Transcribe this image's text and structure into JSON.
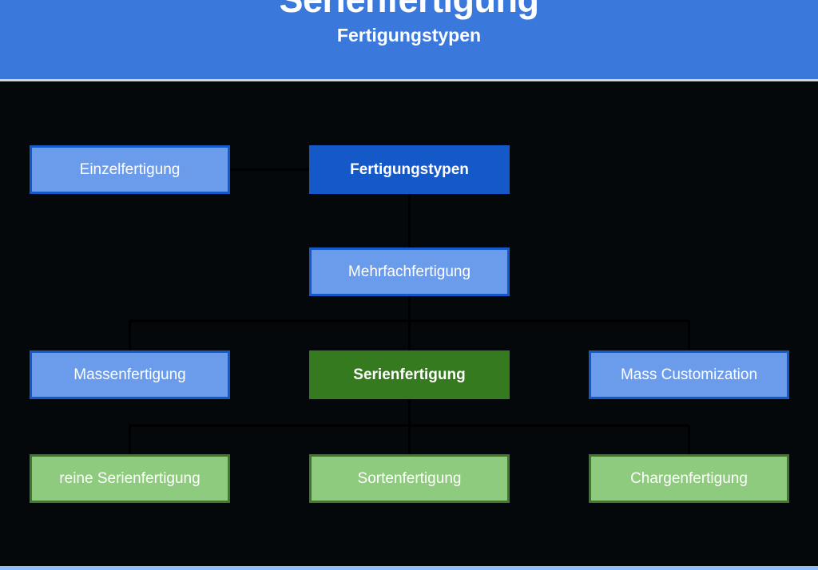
{
  "header": {
    "title": "Serienfertigung",
    "subtitle": "Fertigungstypen",
    "background_color": "#3b78dc",
    "text_color": "#ffffff"
  },
  "canvas": {
    "background_color": "#04080b",
    "connector_color": "#000000",
    "bottom_strip_color": "#8fbef8"
  },
  "diagram": {
    "type": "tree",
    "nodes": [
      {
        "id": "einzelfertigung",
        "label": "Einzelfertigung",
        "style": "light-blue",
        "row": 1,
        "column": "left",
        "fill": "#6b9ceb",
        "border": "#1558c8",
        "emphasis": "normal"
      },
      {
        "id": "fertigungstypen",
        "label": "Fertigungstypen",
        "style": "solid-blue",
        "row": 1,
        "column": "center",
        "fill": "#1558c8",
        "border": "#1558c8",
        "emphasis": "bold"
      },
      {
        "id": "mehrfachfertigung",
        "label": "Mehrfachfertigung",
        "style": "light-blue",
        "row": 2,
        "column": "center",
        "fill": "#6b9ceb",
        "border": "#1558c8",
        "emphasis": "normal"
      },
      {
        "id": "massenfertigung",
        "label": "Massenfertigung",
        "style": "light-blue",
        "row": 3,
        "column": "left",
        "fill": "#6b9ceb",
        "border": "#1558c8",
        "emphasis": "normal"
      },
      {
        "id": "serienfertigung",
        "label": "Serienfertigung",
        "style": "dark-green",
        "row": 3,
        "column": "center",
        "fill": "#357a1f",
        "border": "#357a1f",
        "emphasis": "bold"
      },
      {
        "id": "mass-customization",
        "label": "Mass Customization",
        "style": "light-blue",
        "row": 3,
        "column": "right",
        "fill": "#6b9ceb",
        "border": "#1558c8",
        "emphasis": "normal"
      },
      {
        "id": "reine-serienfertigung",
        "label": "reine Serienfertigung",
        "style": "light-green",
        "row": 4,
        "column": "left",
        "fill": "#8fcb7e",
        "border": "#3f7a2a",
        "emphasis": "normal"
      },
      {
        "id": "sortenfertigung",
        "label": "Sortenfertigung",
        "style": "light-green",
        "row": 4,
        "column": "center",
        "fill": "#8fcb7e",
        "border": "#3f7a2a",
        "emphasis": "normal"
      },
      {
        "id": "chargenfertigung",
        "label": "Chargenfertigung",
        "style": "light-green",
        "row": 4,
        "column": "right",
        "fill": "#8fcb7e",
        "border": "#3f7a2a",
        "emphasis": "normal"
      }
    ],
    "edges": [
      {
        "from": "fertigungstypen",
        "to": "einzelfertigung"
      },
      {
        "from": "fertigungstypen",
        "to": "mehrfachfertigung"
      },
      {
        "from": "mehrfachfertigung",
        "to": "massenfertigung"
      },
      {
        "from": "mehrfachfertigung",
        "to": "serienfertigung"
      },
      {
        "from": "mehrfachfertigung",
        "to": "mass-customization"
      },
      {
        "from": "serienfertigung",
        "to": "reine-serienfertigung"
      },
      {
        "from": "serienfertigung",
        "to": "sortenfertigung"
      },
      {
        "from": "serienfertigung",
        "to": "chargenfertigung"
      }
    ]
  }
}
